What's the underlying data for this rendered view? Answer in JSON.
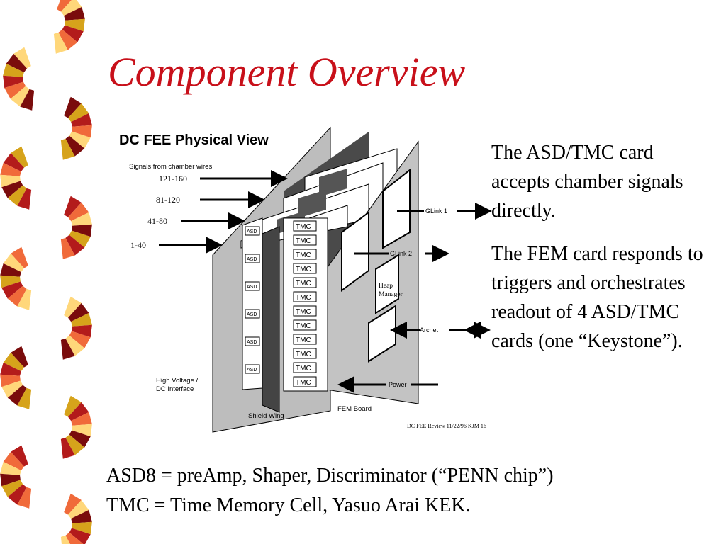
{
  "slide": {
    "title": "Component Overview",
    "accent_color": "#c8101a"
  },
  "diagram": {
    "heading": "DC FEE Physical View",
    "signals_label": "Signals from chamber wires",
    "channel_labels": [
      "121-160",
      "81-120",
      "41-80",
      "1-40"
    ],
    "asd_labels": [
      "ASD",
      "ASD",
      "ASD",
      "ASD",
      "ASD",
      "ASD"
    ],
    "tmc_labels": [
      "TMC",
      "TMC",
      "TMC",
      "TMC",
      "TMC",
      "TMC",
      "TMC",
      "TMC",
      "TMC",
      "TMC",
      "TMC",
      "TMC"
    ],
    "glink1": "GLink 1",
    "glink2": "GLink 2",
    "heap_manager": "Heap\nManager",
    "arcnet": "Arcnet",
    "power": "Power",
    "hv_label": "High Voltage /\nDC Interface",
    "shield_wing": "Shield Wing",
    "fem_board": "FEM Board",
    "footer": "DC FEE Review 11/22/96  KJM   16"
  },
  "text_right": {
    "p1": "The ASD/TMC card accepts chamber signals directly.",
    "p2": "The FEM card responds to triggers and orchestrates readout of 4 ASD/TMC cards (one “Keystone”)."
  },
  "bottom": {
    "line1": "ASD8 = preAmp, Shaper, Discriminator (“PENN chip”)",
    "line2": "TMC = Time Memory Cell, Yasuo Arai KEK."
  },
  "decor_colors": [
    "#f06a3a",
    "#ffd77a",
    "#7a0c0c",
    "#d6a31b",
    "#b31b1b"
  ]
}
